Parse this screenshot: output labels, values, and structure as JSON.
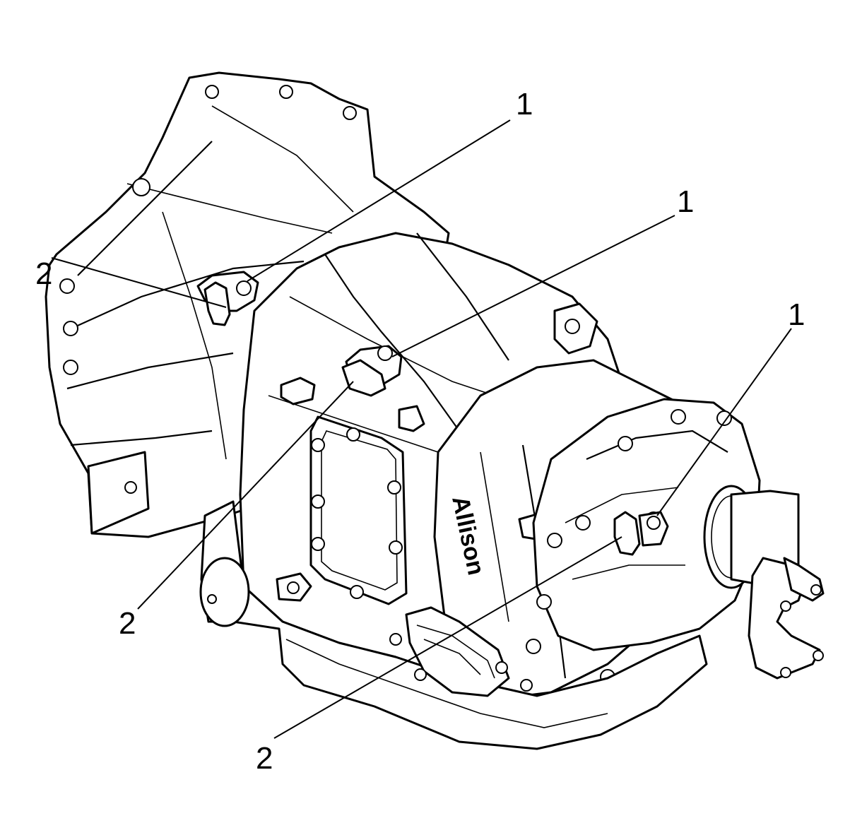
{
  "callouts": {
    "c1_top": "1",
    "c1_mid": "1",
    "c1_right": "1",
    "c2_left": "2",
    "c2_mid": "2",
    "c2_bottom": "2"
  },
  "housing_text": "Allison",
  "colors": {
    "line": "#000000",
    "background": "#ffffff"
  }
}
